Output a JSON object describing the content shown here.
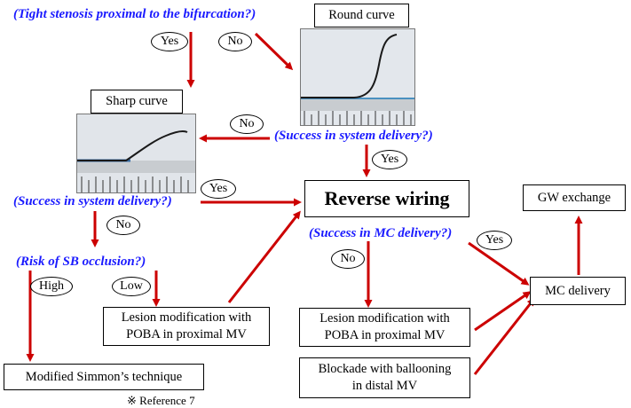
{
  "questions": {
    "tight_stenosis": "(Tight stenosis  proximal to the bifurcation?)",
    "success_system_round": "(Success in system delivery?)",
    "success_system_sharp": "(Success in system delivery?)",
    "risk_sb": "(Risk of SB occlusion?)",
    "success_mc": "(Success in MC delivery?)"
  },
  "boxes": {
    "round_curve": "Round curve",
    "sharp_curve": "Sharp curve",
    "reverse_wiring": "Reverse wiring",
    "gw_exchange": "GW exchange",
    "mc_delivery": "MC delivery",
    "lesion_mod_left_1": "Lesion modification with",
    "lesion_mod_left_2": "POBA in proximal MV",
    "lesion_mod_right_1": "Lesion modification with",
    "lesion_mod_right_2": "POBA in proximal MV",
    "blockade_1": "Blockade with ballooning",
    "blockade_2": "in distal MV",
    "simmon": "Modified Simmon’s technique"
  },
  "ovals": {
    "yes_top": "Yes",
    "no_top": "No",
    "no_round": "No",
    "yes_round": "Yes",
    "yes_sharp": "Yes",
    "no_sharp": "No",
    "high": "High",
    "low": "Low",
    "yes_mc": "Yes",
    "no_mc": "No"
  },
  "reference": "※ Reference 7",
  "colors": {
    "arrow": "#cc0000",
    "question": "#1a1aff"
  }
}
